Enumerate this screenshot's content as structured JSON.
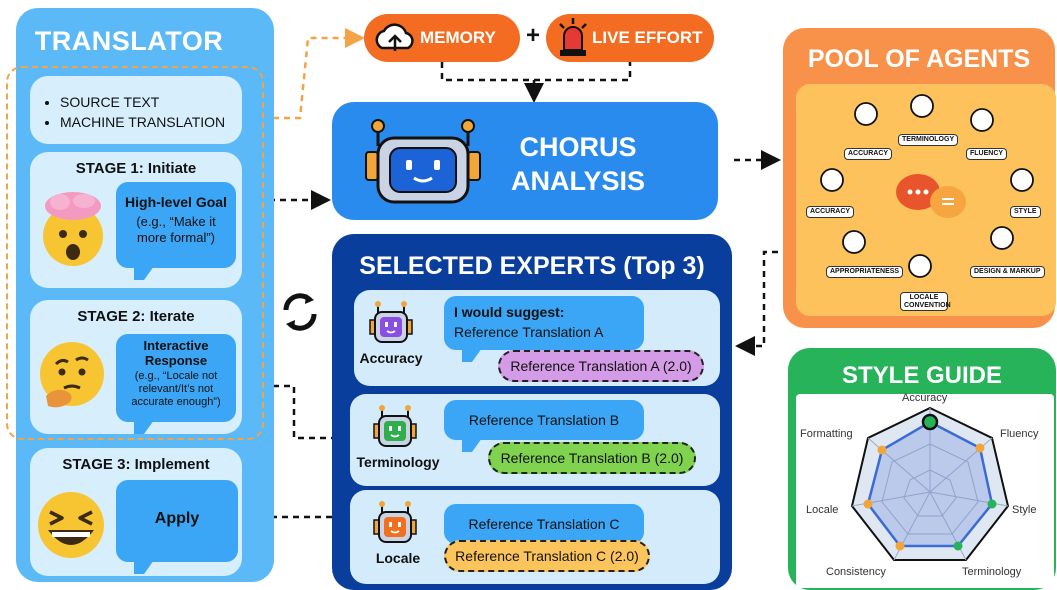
{
  "translator": {
    "title": "TRANSLATOR",
    "inputs": [
      "SOURCE TEXT",
      "MACHINE TRANSLATION"
    ],
    "stage1": {
      "title": "STAGE 1: Initiate",
      "bubble_title": "High-level Goal",
      "bubble_text": "(e.g., “Make it more formal”)"
    },
    "stage2": {
      "title": "STAGE 2: Iterate",
      "bubble_title": "Interactive Response",
      "bubble_text": "(e.g., “Locale not relevant/It’s not accurate enough”)"
    },
    "stage3": {
      "title": "STAGE 3: Implement",
      "bubble_title": "Apply"
    }
  },
  "memory": {
    "label": "MEMORY"
  },
  "plus": "+",
  "live_effort": {
    "label": "LIVE EFFORT"
  },
  "chorus": {
    "line1": "CHORUS",
    "line2": "ANALYSIS"
  },
  "experts": {
    "title": "SELECTED EXPERTS (Top 3)",
    "items": [
      {
        "name": "Accuracy",
        "lead": "I would suggest:",
        "suggestion": "Reference Translation A",
        "ref": "Reference Translation A (2.0)",
        "color": "#d49be6"
      },
      {
        "name": "Terminology",
        "lead": "",
        "suggestion": "Reference Translation B",
        "ref": "Reference Translation B (2.0)",
        "color": "#7fd34e"
      },
      {
        "name": "Locale",
        "lead": "",
        "suggestion": "Reference Translation C",
        "ref": "Reference Translation C (2.0)",
        "color": "#fcc55c"
      }
    ]
  },
  "pool": {
    "title": "POOL OF AGENTS",
    "agents": [
      "ACCURACY",
      "TERMINOLOGY",
      "FLUENCY",
      "ACCURACY",
      "STYLE",
      "APPROPRIATENESS",
      "LOCALE CONVENTION",
      "DESIGN & MARKUP"
    ]
  },
  "style_guide": {
    "title": "STYLE GUIDE",
    "axes": [
      "Accuracy",
      "Fluency",
      "Style",
      "Terminology",
      "Consistency",
      "Locale",
      "Formatting"
    ]
  }
}
